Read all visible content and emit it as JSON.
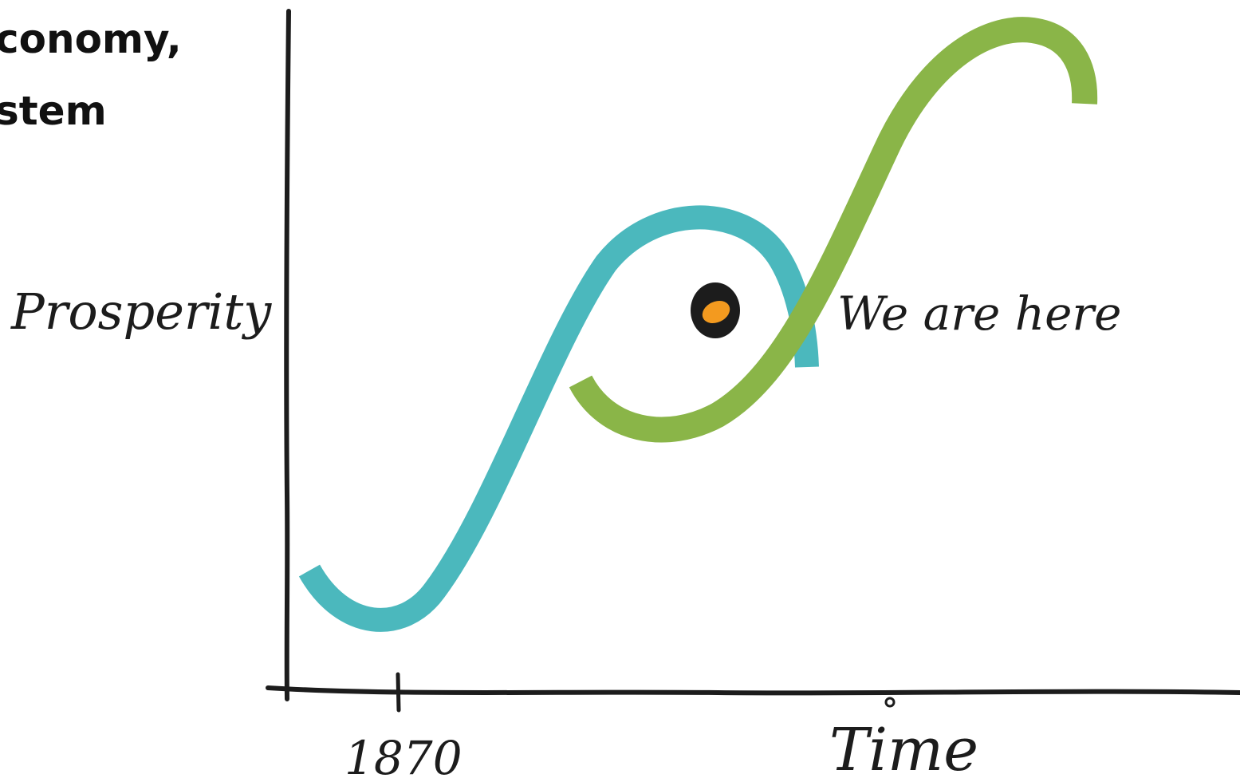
{
  "heading": {
    "line1": "conomy,",
    "line2": "stem"
  },
  "axes": {
    "y_label": "Prosperity",
    "x_label": "Time"
  },
  "x_tick_label": "1870",
  "annotation": {
    "marker_label": "We are here",
    "marker_icon": "you-are-here-dot-icon"
  },
  "colors": {
    "first_curve": "#4bb8bd",
    "second_curve": "#8ab548",
    "marker_outer": "#1c1c1c",
    "marker_inner": "#f39a1f",
    "ink": "#1c1c1c"
  }
}
